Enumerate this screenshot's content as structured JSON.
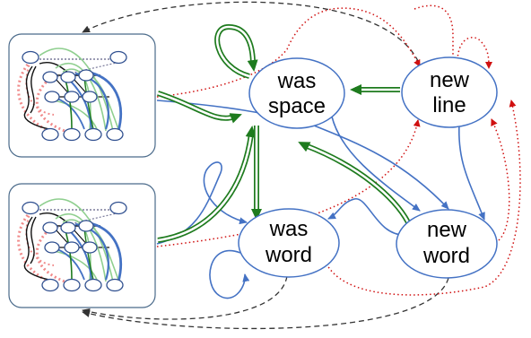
{
  "colors": {
    "state_stroke": "#4472c4",
    "blue_edge": "#4472c4",
    "green_edge": "#1e7b1e",
    "red_dotted": "#d01010",
    "black_dashed": "#333333",
    "panel_stroke": "#4a6a8a",
    "mini_node_stroke": "#2f4f8f",
    "mini_green": "#8fcf8f",
    "mini_red": "#f08a8a"
  },
  "states": {
    "was_space": {
      "line1": "was",
      "line2": "space"
    },
    "new_line": {
      "line1": "new",
      "line2": "line"
    },
    "was_word": {
      "line1": "was",
      "line2": "word"
    },
    "new_word": {
      "line1": "new",
      "line2": "word"
    }
  },
  "panels": [
    {
      "id": "top-panel",
      "icon": "mini-network-icon"
    },
    {
      "id": "bottom-panel",
      "icon": "mini-network-icon"
    }
  ]
}
